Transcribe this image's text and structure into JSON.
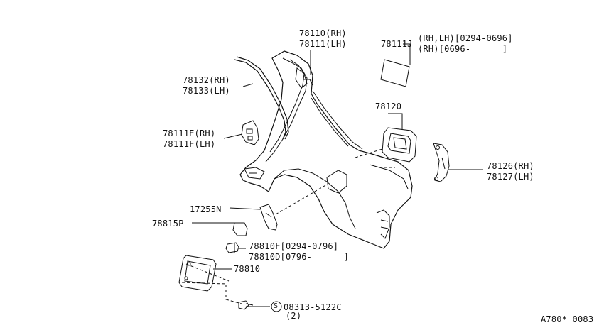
{
  "labels": {
    "p78110": "78110(RH)",
    "p78111": "78111(LH)",
    "p78111j": "78111J",
    "p78111j_note1": "(RH,LH)[0294-0696]",
    "p78111j_note2": "(RH)[0696-      ]",
    "p78132": "78132(RH)",
    "p78133": "78133(LH)",
    "p78120": "78120",
    "p78111e": "78111E(RH)",
    "p78111f": "78111F(LH)",
    "p78126": "78126(RH)",
    "p78127": "78127(LH)",
    "p17255n": "17255N",
    "p78815p": "78815P",
    "p78810f": "78810F[0294-0796]",
    "p78810d": "78810D[0796-      ]",
    "p78810": "78810",
    "p08313_symbol": "S",
    "p08313": "08313-5122C",
    "p08313_qty": "(2)",
    "diagram_code": "A780* 0083"
  }
}
